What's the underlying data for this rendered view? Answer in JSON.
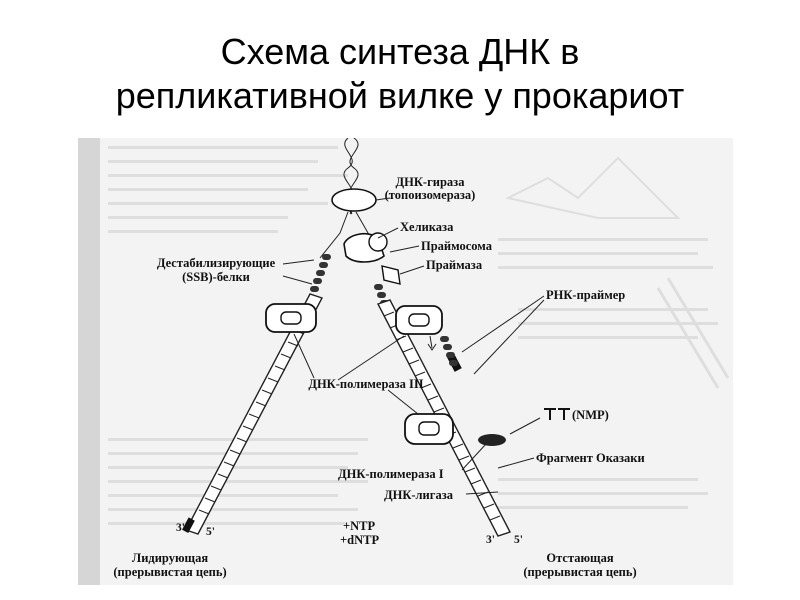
{
  "slide": {
    "title_line1": "Схема синтеза ДНК в",
    "title_line2": "репликативной вилке у прокариот"
  },
  "diagram": {
    "labels": {
      "gyrase": "ДНК-гираза",
      "gyrase_sub": "(топоизомераза)",
      "helicase": "Хеликаза",
      "primosome": "Праймосома",
      "ssb_1": "Дестабилизирующие",
      "ssb_2": "(SSB)-белки",
      "primase": "Праймаза",
      "rna_primer": "РНК-праймер",
      "pol3": "ДНК-полимераза III",
      "nmp": "(NMP)",
      "okazaki": "Фрагмент Оказаки",
      "pol1": "ДНК-полимераза I",
      "ligase": "ДНК-лигаза",
      "ntp": "+NTP",
      "dntp": "+dNTP",
      "leading_1": "Лидирующая",
      "leading_2": "(прерывистая цепь)",
      "lagging_1": "Отстающая",
      "lagging_2": "(прерывистая цепь)",
      "end3_left": "3'",
      "end5_left": "5'",
      "end3_right": "3'",
      "end5_right": "5'"
    },
    "colors": {
      "ink": "#111111",
      "paper": "#f3f3f3",
      "bleed": "#c8c8c8"
    }
  }
}
